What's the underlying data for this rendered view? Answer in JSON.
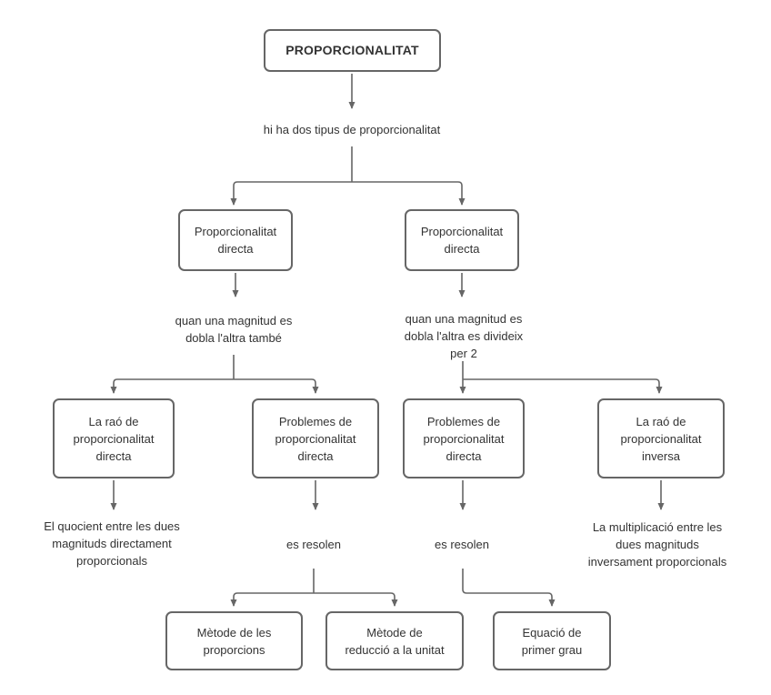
{
  "nodes": {
    "root": "PROPORCIONALITAT",
    "branch_left": "Proporcionalitat\ndirecta",
    "branch_right": "Proporcionalitat\ndirecta",
    "rao_directa": "La raó de\nproporcionalitat\ndirecta",
    "problemes_directa_left": "Problemes de\nproporcionalitat\ndirecta",
    "problemes_directa_right": "Problemes de\nproporcionalitat\ndirecta",
    "rao_inversa": "La raó de\nproporcionalitat\ninversa",
    "metode_proporcions": "Mètode de les\nproporcions",
    "metode_reduccio": "Mètode de\nreducció a la unitat",
    "equacio_primer_grau": "Equació de\nprimer grau"
  },
  "labels": {
    "intro": "hi ha dos tipus de proporcionalitat",
    "dobla_tambe": "quan una magnitud es\ndobla l'altra també",
    "dobla_divideix": "quan una magnitud es\ndobla l'altra es divideix\nper 2",
    "quocient": "El quocient entre les dues\nmagnituds directament\nproporcionals",
    "es_resolen_left": "es resolen",
    "es_resolen_right": "es resolen",
    "multiplicacio": "La multiplicació entre les\ndues magnituds\ninversament proporcionals"
  },
  "colors": {
    "node-border": "#666666",
    "node-fill": "#ffffff",
    "text": "#333333",
    "connector": "#666666",
    "background": "#ffffff"
  }
}
